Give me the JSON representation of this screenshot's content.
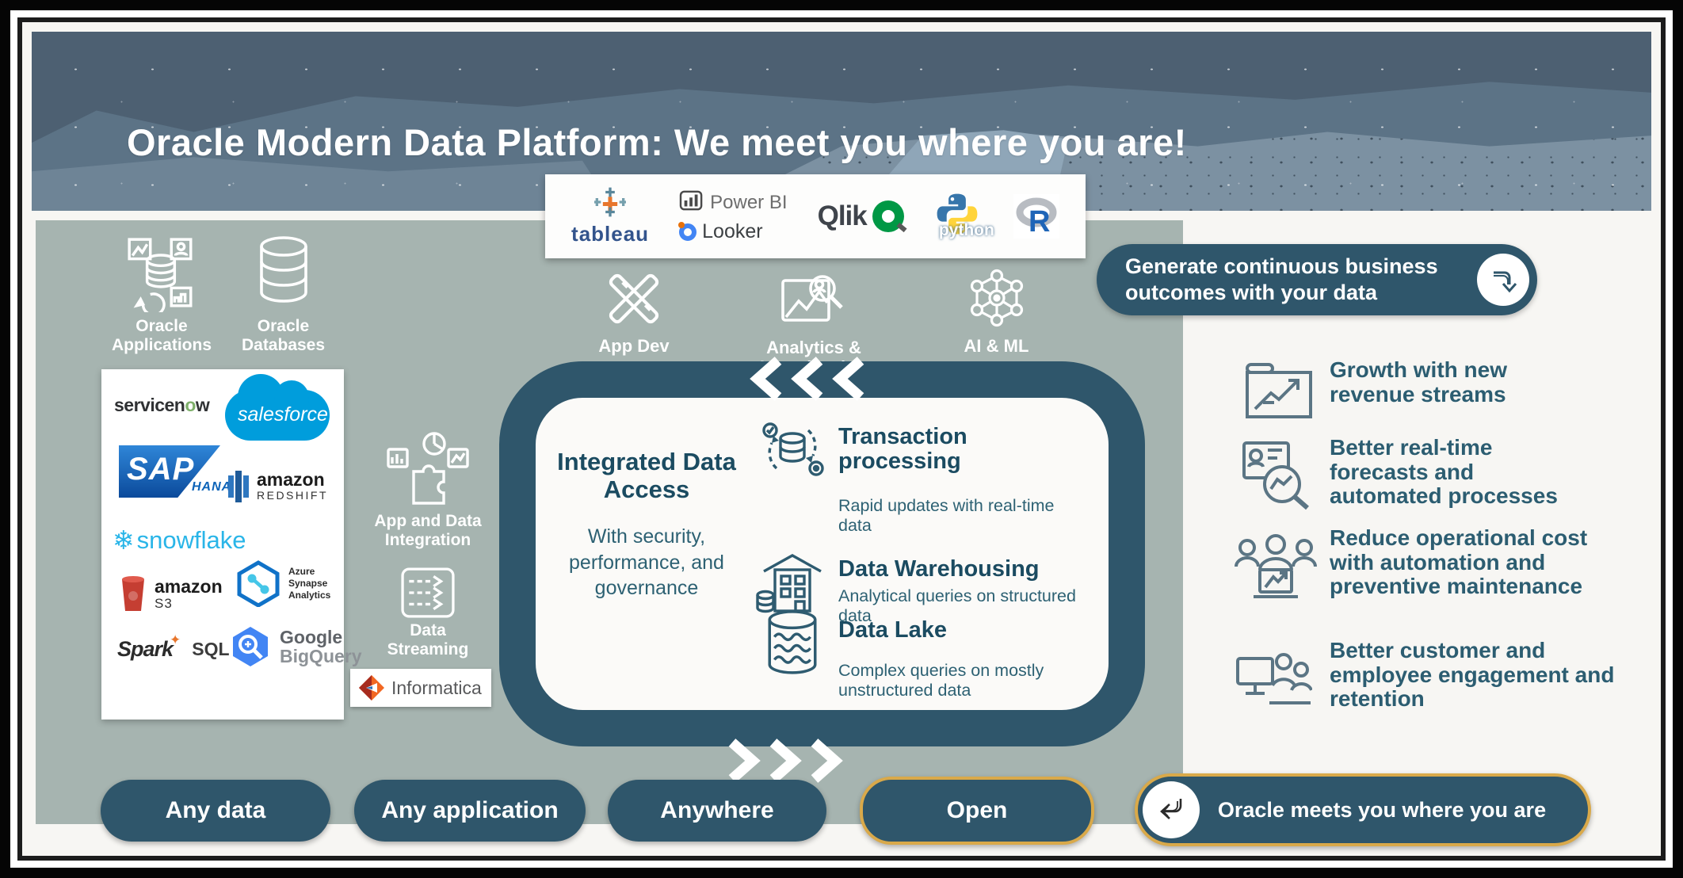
{
  "title": "Oracle Modern Data Platform: We meet you where you are!",
  "bi_bar": {
    "tableau": "tableau",
    "power_bi": "Power BI",
    "looker": "Looker",
    "qlik": "Qlik",
    "python": "python",
    "r": "R"
  },
  "sources": {
    "apps": "Oracle Applications",
    "dbs": "Oracle Databases"
  },
  "partners": {
    "servicenow": {
      "a": "servicen",
      "o": "o",
      "b": "w"
    },
    "salesforce": "salesforce",
    "sap": {
      "name": "SAP",
      "sub": "HANA"
    },
    "redshift": {
      "name": "amazon",
      "sub": "REDSHIFT"
    },
    "snowflake": "snowflake",
    "s3": {
      "name": "amazon",
      "sub": "S3"
    },
    "synapse": {
      "l1": "Azure",
      "l2": "Synapse",
      "l3": "Analytics"
    },
    "spark": {
      "name": "Spark",
      "sub": "SQL"
    },
    "bigquery": {
      "name": "Google",
      "sub": "BigQuery"
    }
  },
  "integration": {
    "app_data": "App and Data Integration",
    "streaming": "Data Streaming",
    "informatica": "Informatica"
  },
  "services": [
    "App Dev",
    "Analytics & Visualization",
    "AI & ML"
  ],
  "core": {
    "heading": "Integrated Data Access",
    "subheading": "With security, performance, and governance",
    "items": [
      {
        "title": "Transaction processing",
        "desc": "Rapid updates with real-time data"
      },
      {
        "title": "Data Warehousing",
        "desc": "Analytical queries on structured data"
      },
      {
        "title": "Data Lake",
        "desc": "Complex queries on mostly unstructured data"
      }
    ]
  },
  "outcomes": {
    "banner": "Generate continuous business outcomes with your data",
    "benefits": [
      "Growth with new revenue streams",
      "Better real-time forecasts and automated processes",
      "Reduce operational cost with automation and preventive maintenance",
      "Better customer and employee engagement and retention"
    ]
  },
  "footer": {
    "pills": [
      "Any data",
      "Any application",
      "Anywhere",
      "Open"
    ],
    "banner": "Oracle meets you where you are"
  },
  "icons": {
    "snowflake_glyph": "❄",
    "spark_star": "✦"
  },
  "colors": {
    "header": "#5c7386",
    "sage": "#a6b4b0",
    "teal": "#2f566b",
    "gold": "#d9a94a",
    "text_teal": "#2c5d71",
    "off_white": "#f7f6f3"
  }
}
